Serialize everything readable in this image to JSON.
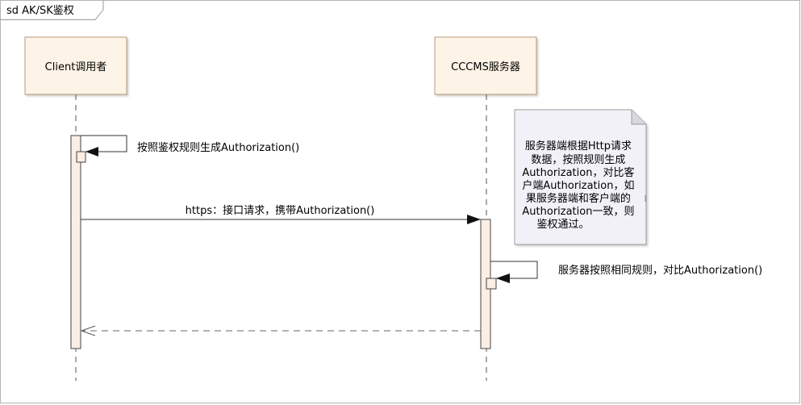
{
  "frame": {
    "title": "sd AK/SK鉴权"
  },
  "participants": [
    {
      "id": "client",
      "label": "Client调用者"
    },
    {
      "id": "server",
      "label": "CCCMS服务器"
    }
  ],
  "messages": [
    {
      "id": "self-client",
      "label": "按照鉴权规则生成Authorization()"
    },
    {
      "id": "request",
      "label": "https：接口请求，携带Authorization()"
    },
    {
      "id": "self-server",
      "label": "服务器按照相同规则，对比Authorization()"
    },
    {
      "id": "reply",
      "label": ""
    }
  ],
  "note": {
    "lines": [
      "服务器端根据Http请求",
      "数据，按照规则生成",
      "Authorization，对比客",
      "户端Authorization，如",
      "果服务器端和客户端的",
      "Authorization一致，则",
      "鉴权通过。"
    ]
  },
  "colors": {
    "frame": "#9a9a9a",
    "box_fill": "#fdf3e6",
    "box_stroke": "#b89a7a",
    "activation_fill": "#fbeee4",
    "note_fill": "#f3f1f8",
    "note_stroke": "#9a9a9a",
    "line": "#333333",
    "return_line": "#666666"
  }
}
